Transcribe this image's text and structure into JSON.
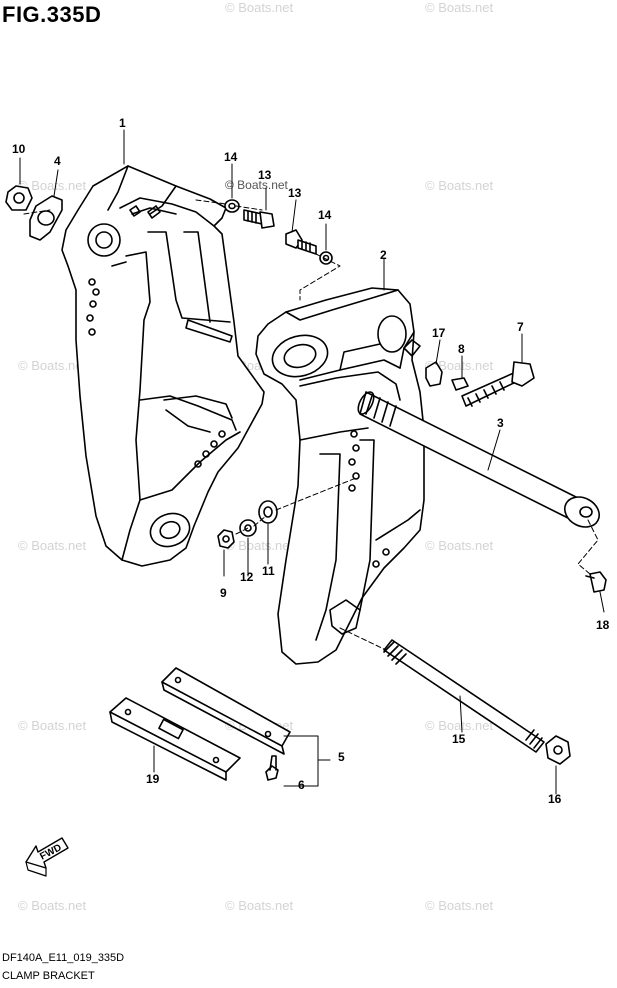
{
  "figure": {
    "title": "FIG.335D",
    "code": "DF140A_E11_019_335D",
    "name": "CLAMP BRACKET"
  },
  "watermark": "© Boats.net",
  "fwd_label": "FWD",
  "callouts": {
    "c1": "1",
    "c2": "2",
    "c3": "3",
    "c4": "4",
    "c5": "5",
    "c6": "6",
    "c7": "7",
    "c8": "8",
    "c9": "9",
    "c10": "10",
    "c11": "11",
    "c12": "12",
    "c13a": "13",
    "c13b": "13",
    "c14a": "14",
    "c14b": "14",
    "c15": "15",
    "c16": "16",
    "c17": "17",
    "c18": "18",
    "c19": "19"
  }
}
